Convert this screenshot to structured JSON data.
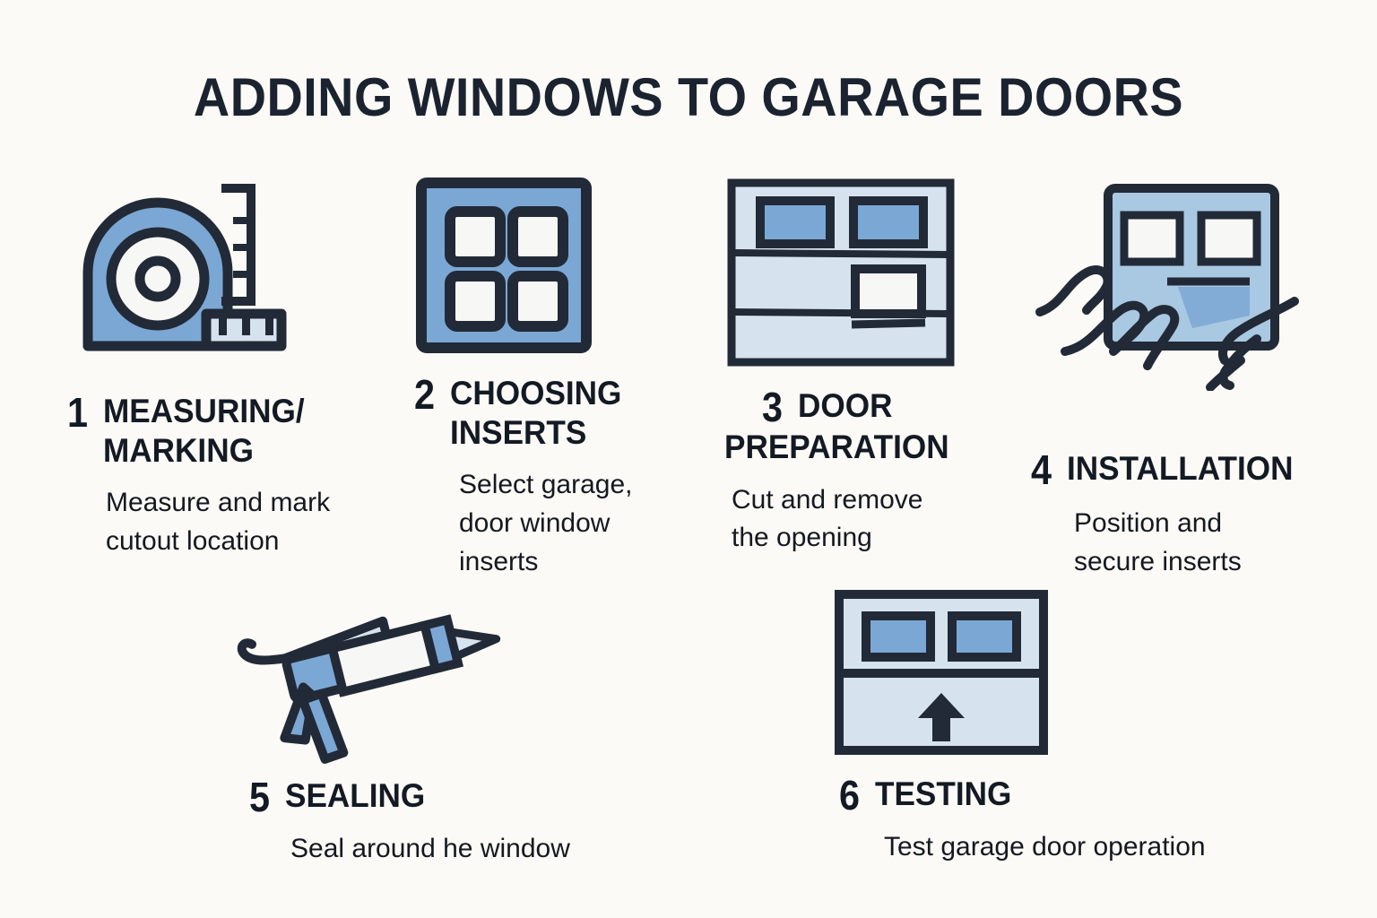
{
  "title": "ADDING WINDOWS TO GARAGE DOORS",
  "colors": {
    "background": "#FBFAF6",
    "ink": "#1B2330",
    "accent_blue": "#7BA7D4",
    "pale_blue": "#D6E3EF",
    "pane_white": "#F7F7F5"
  },
  "steps": [
    {
      "number": "1",
      "heading": "MEASURING/ MARKING",
      "heading_lines": [
        "MEASURING/",
        "MARKING"
      ],
      "description": "Measure and mark cutout location",
      "description_lines": [
        "Measure and mark",
        "cutout location"
      ],
      "icon": "tape-measure-icon"
    },
    {
      "number": "2",
      "heading": "CHOOSING INSERTS",
      "heading_lines": [
        "CHOOSING",
        "INSERTS"
      ],
      "description": "Select garage, door window inserts",
      "description_lines": [
        "Select garage,",
        "door window",
        "inserts"
      ],
      "icon": "window-insert-grid-icon"
    },
    {
      "number": "3",
      "heading": "DOOR PREPARATION",
      "heading_lines": [
        "DOOR",
        "PREPARATION"
      ],
      "description": "Cut and remove the opening",
      "description_lines": [
        "Cut and remove",
        "the opening"
      ],
      "icon": "garage-door-cutout-icon"
    },
    {
      "number": "4",
      "heading": "INSTALLATION",
      "heading_lines": [
        "INSTALLATION"
      ],
      "description": "Position and secure inserts",
      "description_lines": [
        "Position and",
        "secure inserts"
      ],
      "icon": "hands-installing-insert-icon"
    },
    {
      "number": "5",
      "heading": "SEALING",
      "heading_lines": [
        "SEALING"
      ],
      "description": "Seal around he window",
      "description_lines": [
        "Seal around he window"
      ],
      "icon": "caulk-gun-icon"
    },
    {
      "number": "6",
      "heading": "TESTING",
      "heading_lines": [
        "TESTING"
      ],
      "description": "Test garage door operation",
      "description_lines": [
        "Test garage door operation"
      ],
      "icon": "garage-door-arrow-icon"
    }
  ]
}
